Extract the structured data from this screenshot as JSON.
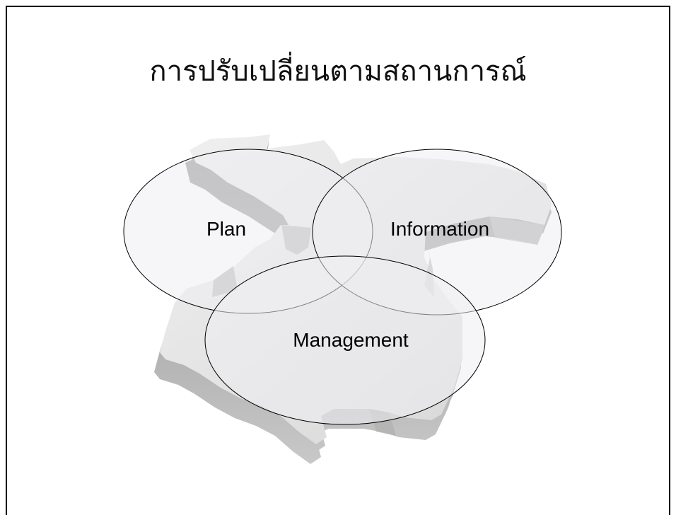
{
  "slide": {
    "title": "การปรับเปลี่ยนตามสถานการณ์"
  },
  "diagram": {
    "circles": [
      {
        "id": "plan",
        "label": "Plan"
      },
      {
        "id": "information",
        "label": "Information"
      },
      {
        "id": "management",
        "label": "Management"
      }
    ]
  },
  "colors": {
    "background": "#ffffff",
    "map_light": "#e4e4e4",
    "map_shadow": "#9a9a9a",
    "circle_fill": "#f1f1f3",
    "circle_stroke": "#000000"
  }
}
